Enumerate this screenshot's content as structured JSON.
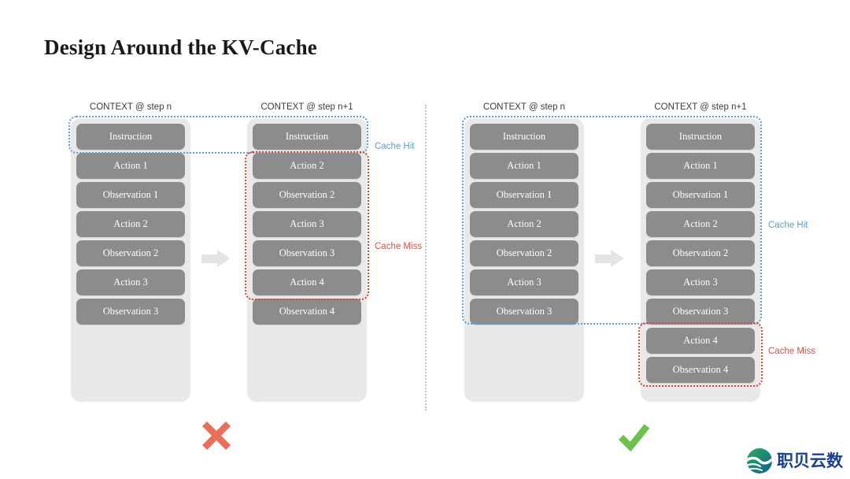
{
  "slide": {
    "title": "Design Around the KV-Cache"
  },
  "colors": {
    "cache_hit": "#5a9fdc",
    "cache_miss": "#e8503a",
    "box_fill": "#8c8c8c",
    "column_fill": "#e9e9e9",
    "cross": "#e8705a",
    "check": "#6cc24a",
    "divider": "#c3c3c3",
    "arrow": "#e4e4e4",
    "title": "#1a1a1a"
  },
  "labels": {
    "cache_hit": "Cache Hit",
    "cache_miss": "Cache Miss",
    "step_n": "CONTEXT @ step n",
    "step_n1": "CONTEXT @ step n+1"
  },
  "panels": [
    {
      "id": "bad",
      "verdict": "cross",
      "verdict_icon": "cross-icon",
      "columns": [
        {
          "header": "CONTEXT @ step n",
          "items": [
            "Instruction",
            "Action 1",
            "Observation 1",
            "Action 2",
            "Observation 2",
            "Action 3",
            "Observation 3"
          ]
        },
        {
          "header": "CONTEXT @ step n+1",
          "items": [
            "Instruction",
            "Action 2",
            "Observation 2",
            "Action 3",
            "Observation 3",
            "Action 4",
            "Observation 4"
          ]
        }
      ],
      "annotations": [
        {
          "kind": "hit",
          "label": "Cache Hit"
        },
        {
          "kind": "miss",
          "label": "Cache Miss"
        }
      ]
    },
    {
      "id": "good",
      "verdict": "check",
      "verdict_icon": "check-icon",
      "columns": [
        {
          "header": "CONTEXT @ step n",
          "items": [
            "Instruction",
            "Action 1",
            "Observation 1",
            "Action 2",
            "Observation 2",
            "Action 3",
            "Observation 3"
          ]
        },
        {
          "header": "CONTEXT @ step n+1",
          "items": [
            "Instruction",
            "Action 1",
            "Observation 1",
            "Action 2",
            "Observation 2",
            "Action 3",
            "Observation 3",
            "Action 4",
            "Observation 4"
          ]
        }
      ],
      "annotations": [
        {
          "kind": "hit",
          "label": "Cache Hit"
        },
        {
          "kind": "miss",
          "label": "Cache Miss"
        }
      ]
    }
  ],
  "logo": {
    "text": "职贝云数",
    "mark": "wave-circle-icon"
  }
}
